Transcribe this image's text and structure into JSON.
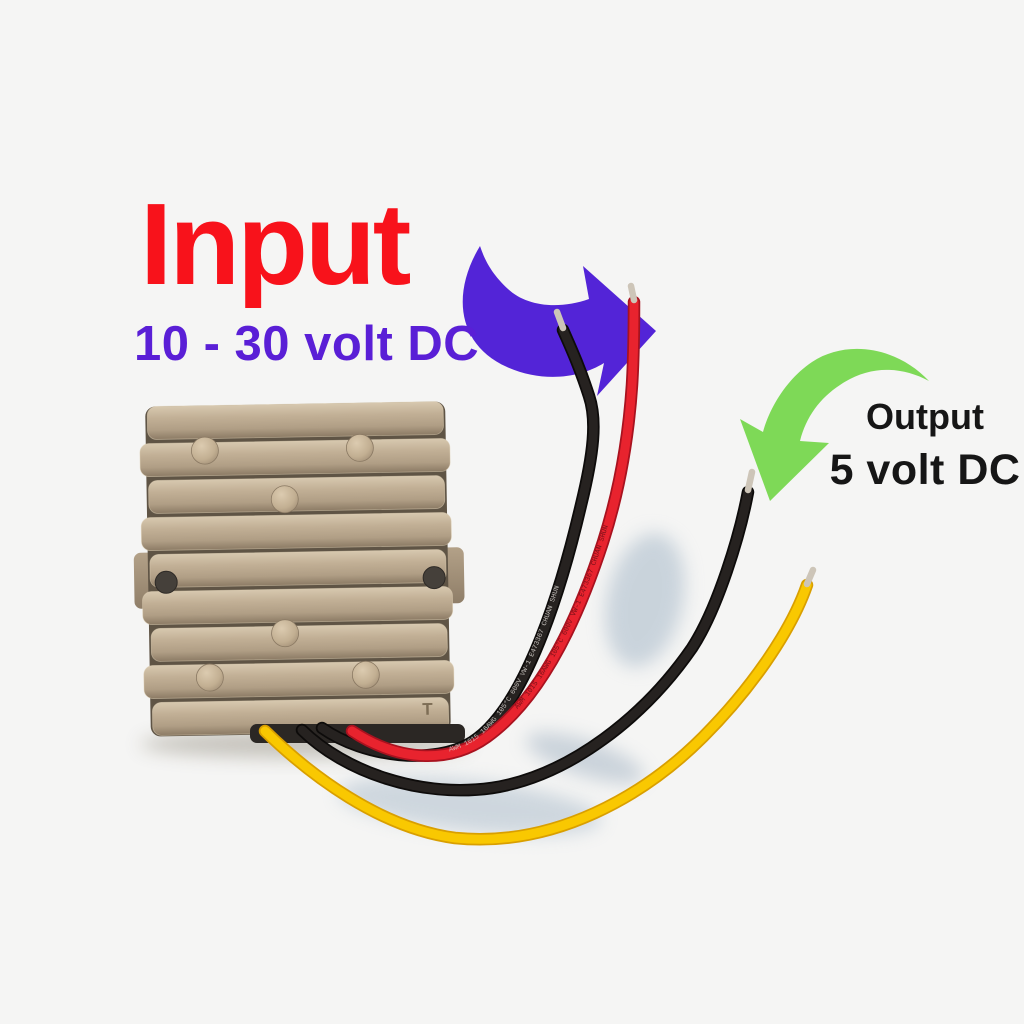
{
  "scene": {
    "background_color": "#f5f5f4"
  },
  "annotations": {
    "input": {
      "title": "Input",
      "subtitle": "10 - 30 volt DC",
      "title_color": "#f8121b",
      "subtitle_color": "#5a1fd6",
      "arrow_color": "#5324d7"
    },
    "output": {
      "title": "Output",
      "subtitle": "5 volt DC",
      "text_color": "#161616",
      "arrow_color": "#7ed957"
    }
  },
  "device": {
    "stamp": "T",
    "body_color": "#bfad93",
    "wire_marking": "AWM 1015 16AWG 105°C 600V VW-1 E473367 CHUAN SHUN",
    "wires": [
      {
        "name": "input-negative",
        "color": "#262220"
      },
      {
        "name": "input-positive",
        "color": "#e8232e"
      },
      {
        "name": "output-negative",
        "color": "#262220"
      },
      {
        "name": "output-positive",
        "color": "#f9c801"
      }
    ],
    "tip_color": "#cdc5b8"
  }
}
